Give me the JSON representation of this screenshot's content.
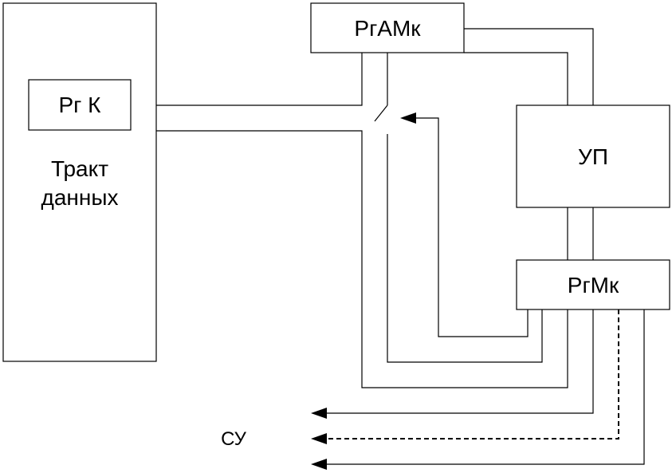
{
  "blocks": {
    "data_path": {
      "line1": "Тракт",
      "line2": "данных"
    },
    "rg_k": "Рг К",
    "rg_amk": "РгАМк",
    "up": "УП",
    "rg_mk": "РгМк"
  },
  "outputs": {
    "su_label": "СУ"
  },
  "colors": {
    "stroke": "#000000",
    "background": "#ffffff"
  }
}
